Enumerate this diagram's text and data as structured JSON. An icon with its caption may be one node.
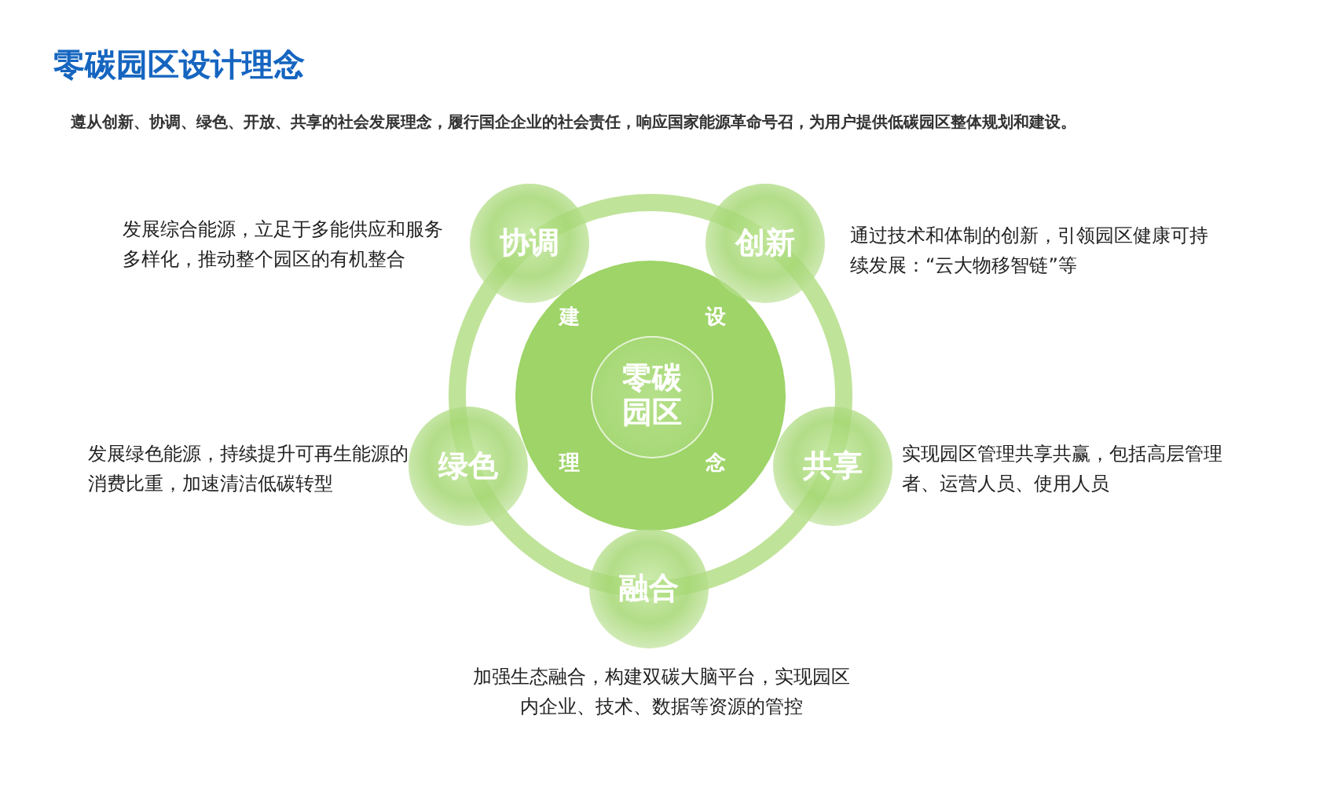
{
  "diagram": {
    "title": "零碳园区设计理念",
    "caption": "遵从**创新、协调、绿色、开放、共享**的社会发展理念，履行国企企业的社会责任，响应国家能源革命号召，为用户提供低碳园区整体规划和建设。",
    "nodes": [
      {
        "text": [
          "建",
          "设",
          "理",
          "念"
        ]
      },
      {
        "text": [
          "零碳园区"
        ],
        "in": 0
      },
      {
        "text": [
          "协调"
        ],
        "beside": [
          "发展综合能源，立足于多能供应和服务多样化，推动整个园区的有机整合"
        ]
      },
      {
        "text": [
          "创新"
        ],
        "beside": [
          "通过技术和体制的创新，引领园区健康可持续发展：“云大物移智链”等"
        ]
      },
      {
        "text": [
          "绿色"
        ],
        "beside": [
          "发展绿色能源，持续提升可再生能源的消费比重，加速清洁低碳转型"
        ]
      },
      {
        "text": [
          "共享"
        ],
        "beside": [
          "实现园区管理共享共赢，包括高层管理者、运营人员、使用人员"
        ]
      },
      {
        "text": [
          "融合"
        ],
        "beside": [
          "加强生态融合，构建双碳大脑平台，实现园区内企业、技术、数据等资源的管控"
        ]
      }
    ]
  }
}
